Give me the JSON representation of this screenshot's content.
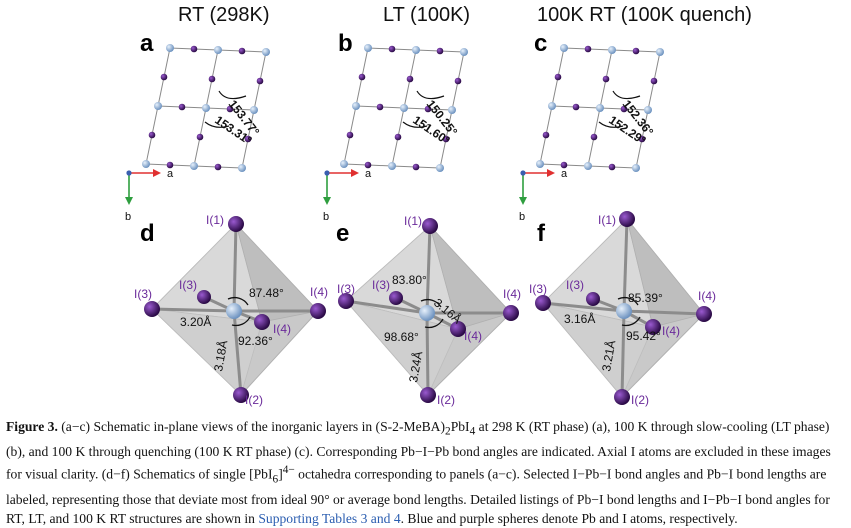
{
  "titles": [
    "RT (298K)",
    "LT (100K)",
    "100K RT (100K quench)"
  ],
  "panel_letters": [
    "a",
    "b",
    "c",
    "d",
    "e",
    "f"
  ],
  "axes": {
    "a": "a",
    "b": "b"
  },
  "layer_angles": [
    {
      "upper": "153.77°",
      "lower": "153.31°"
    },
    {
      "upper": "150.25°",
      "lower": "151.60°"
    },
    {
      "upper": "152.36°",
      "lower": "152.29°"
    }
  ],
  "octahedra": [
    {
      "i1": "I(1)",
      "i2": "I(2)",
      "i3": "I(3)",
      "i3b": "I(3)",
      "i4": "I(4)",
      "i4b": "I(4)",
      "angle_a": "87.48°",
      "angle_b": "92.36°",
      "bond_a": "3.20Å",
      "bond_b": "3.18Å"
    },
    {
      "i1": "I(1)",
      "i2": "I(2)",
      "i3": "I(3)",
      "i3b": "I(3)",
      "i4": "I(4)",
      "i4b": "I(4)",
      "angle_a": "83.80°",
      "angle_b": "98.68°",
      "bond_a": "3.16Å",
      "bond_b": "3.24Å"
    },
    {
      "i1": "I(1)",
      "i2": "I(2)",
      "i3": "I(3)",
      "i3b": "I(3)",
      "i4": "I(4)",
      "i4b": "I(4)",
      "angle_a": "85.39°",
      "angle_b": "95.42°",
      "bond_a": "3.16Å",
      "bond_b": "3.21Å"
    }
  ],
  "caption": {
    "lead": "Figure 3.",
    "p1": " (a−c) Schematic in-plane views of the inorganic layers in (S-2-MeBA)",
    "sub1": "2",
    "p2": "PbI",
    "sub2": "4",
    "p3": " at 298 K (RT phase) (a), 100 K through slow-cooling (LT phase) (b), and 100 K through quenching (100 K RT phase) (c). Corresponding Pb−I−Pb bond angles are indicated. Axial I atoms are excluded in these images for visual clarity. (d−f) Schematics of single [PbI",
    "sub3": "6",
    "p4": "]",
    "sup1": "4−",
    "p5": " octahedra corresponding to panels (a−c). Selected I−Pb−I bond angles and Pb−I bond lengths are labeled, representing those that deviate most from ideal 90° or average bond lengths. Detailed listings of Pb−I bond lengths and I−Pb−I bond angles for RT, LT, and 100 K RT structures are shown in ",
    "link": "Supporting Tables 3 and 4",
    "p6": ". Blue and purple spheres denote Pb and I atoms, respectively."
  },
  "colors": {
    "pb": "#8fb0d6",
    "iodine": "#4b1070",
    "label_purple": "#6a2a9a",
    "axis_a": "#e03030",
    "axis_b": "#2f9e3f",
    "link": "#2a5db0"
  }
}
